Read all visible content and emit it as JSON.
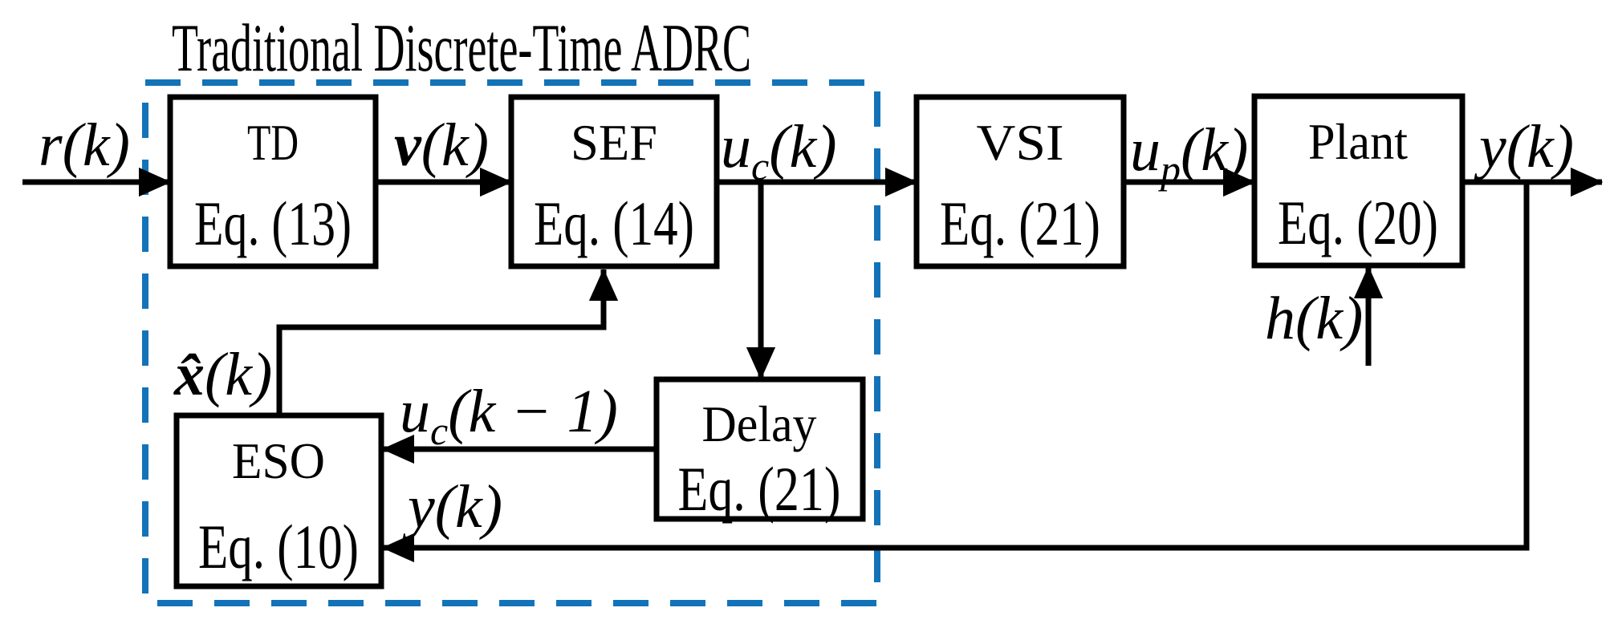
{
  "figure": {
    "title": "Traditional Discrete-Time ADRC",
    "colors": {
      "accent_blue": "#1273b8",
      "line_black": "#000000",
      "background": "#ffffff"
    }
  },
  "blocks": {
    "td": {
      "name": "TD",
      "eq": "Eq. (13)"
    },
    "sef": {
      "name": "SEF",
      "eq": "Eq. (14)"
    },
    "vsi": {
      "name": "VSI",
      "eq": "Eq. (21)"
    },
    "plant": {
      "name": "Plant",
      "eq": "Eq. (20)"
    },
    "delay": {
      "name": "Delay",
      "eq": "Eq. (21)"
    },
    "eso": {
      "name": "ESO",
      "eq": "Eq. (10)"
    }
  },
  "signals": {
    "r": {
      "base": "r",
      "args": "(k)"
    },
    "v": {
      "base": "v",
      "args": "(k)"
    },
    "uc": {
      "base": "u",
      "sub": "c",
      "args": "(k)"
    },
    "up": {
      "base": "u",
      "sub": "p",
      "args": "(k)"
    },
    "y_out": {
      "base": "y",
      "args": "(k)"
    },
    "h": {
      "base": "h",
      "args": "(k)"
    },
    "xhat": {
      "base": "x̂",
      "args": "(k)"
    },
    "uc_prev": {
      "base": "u",
      "sub": "c",
      "args": "(k − 1)"
    },
    "y_fb": {
      "base": "y",
      "args": "(k)"
    }
  }
}
